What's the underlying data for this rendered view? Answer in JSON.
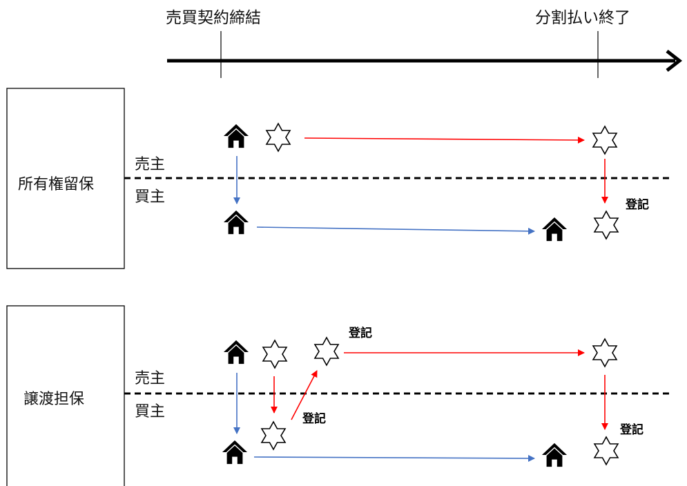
{
  "timeline": {
    "start_label": "売買契約締結",
    "end_label": "分割払い終了"
  },
  "sections": [
    {
      "title": "所有権留保",
      "seller_label": "売主",
      "buyer_label": "買主",
      "registration_labels": [
        "登記"
      ]
    },
    {
      "title": "譲渡担保",
      "seller_label": "売主",
      "buyer_label": "買主",
      "registration_labels": [
        "登記",
        "登記",
        "登記"
      ]
    }
  ],
  "colors": {
    "house_flow": "#4472C4",
    "title_flow": "#FF0000",
    "line": "#000000"
  },
  "icons": {
    "house": "house-icon",
    "title": "star-of-david-icon"
  }
}
